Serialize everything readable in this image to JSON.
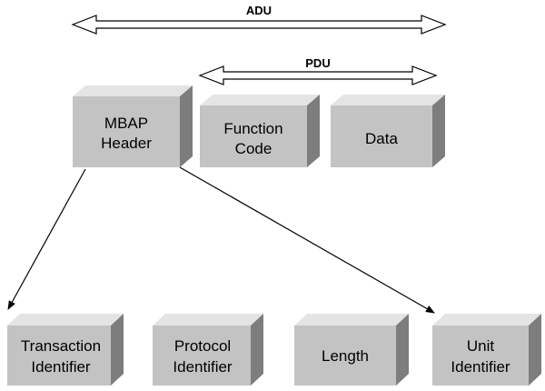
{
  "adu": {
    "label": "ADU"
  },
  "pdu": {
    "label": "PDU"
  },
  "top_boxes": {
    "mbap": {
      "line1": "MBAP",
      "line2": "Header"
    },
    "function_code": {
      "line1": "Function",
      "line2": "Code"
    },
    "data": {
      "line1": "Data"
    }
  },
  "bottom_boxes": {
    "transaction": {
      "line1": "Transaction",
      "line2": "Identifier"
    },
    "protocol": {
      "line1": "Protocol",
      "line2": "Identifier"
    },
    "length": {
      "line1": "Length"
    },
    "unit": {
      "line1": "Unit",
      "line2": "Identifier"
    }
  },
  "colors": {
    "box_front": "#c3c3c3",
    "box_top": "#e4e4e4",
    "box_side": "#7d7d7d",
    "arrow_fill": "#ffffff",
    "line": "#000000"
  }
}
